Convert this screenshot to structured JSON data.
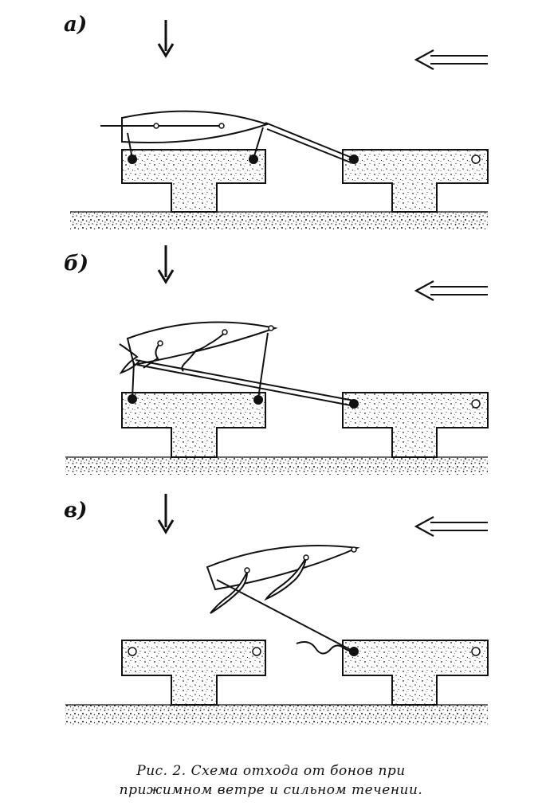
{
  "panels": [
    {
      "label": "а)"
    },
    {
      "label": "б)"
    },
    {
      "label": "в)"
    }
  ],
  "caption": {
    "line1": "Рис. 2.  Схема отхода от бонов при",
    "line2": "прижимном ветре и сильном течении."
  },
  "colors": {
    "ink": "#111111",
    "paper": "#ffffff",
    "stipple": "#2a2a2a"
  },
  "icons": [
    "wind-arrow-icon",
    "current-arrow-icon"
  ]
}
